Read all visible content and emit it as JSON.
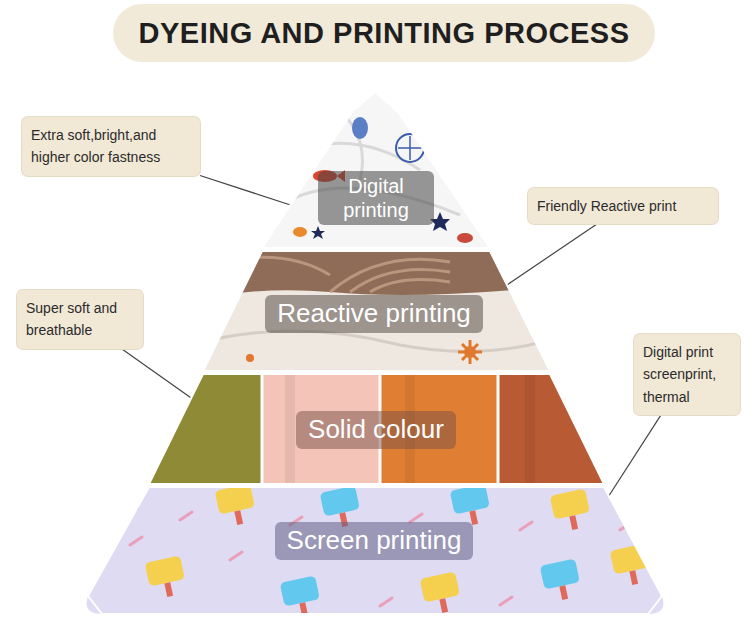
{
  "diagram": {
    "title": "DYEING AND PRINTING PROCESS",
    "nodes": [
      {
        "text": [
          "Extra soft,bright,and higher color fastness"
        ]
      },
      {
        "text": [
          "Digital printing"
        ]
      },
      {
        "text": [
          "Friendly Reactive print"
        ]
      },
      {
        "text": [
          "Reactive printing"
        ]
      },
      {
        "text": [
          "Super soft and breathable"
        ]
      },
      {
        "text": [
          "Digital print screenprint, thermal"
        ]
      },
      {
        "text": [
          "Solid colour"
        ]
      },
      {
        "text": [
          "Screen printing"
        ]
      }
    ],
    "edges": [
      {
        "from": 0,
        "to": 1,
        "arrow": "none"
      },
      {
        "from": 2,
        "to": 3,
        "arrow": "none"
      },
      {
        "from": 4,
        "to": 6,
        "arrow": "none"
      },
      {
        "from": 5,
        "to": 7,
        "arrow": "none"
      }
    ]
  }
}
